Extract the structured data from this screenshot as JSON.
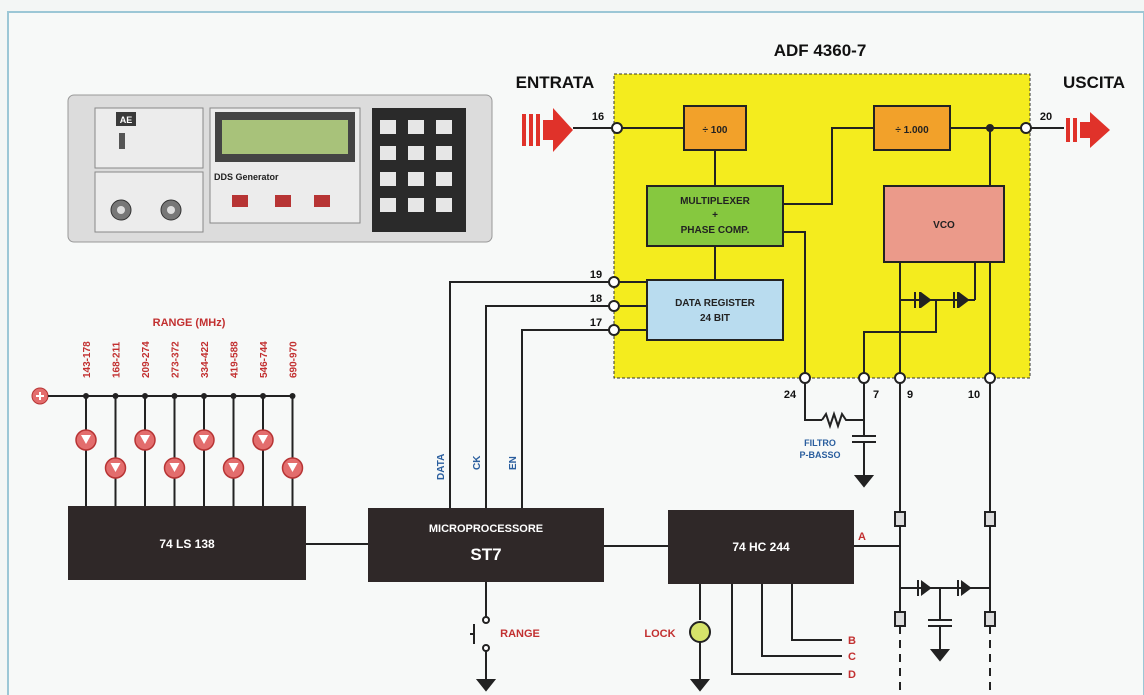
{
  "chip": {
    "title": "ADF 4360-7",
    "input_label": "ENTRATA",
    "output_label": "USCITA",
    "blocks": {
      "div100": "÷ 100",
      "div1000": "÷ 1.000",
      "mux_line1": "MULTIPLEXER",
      "mux_line2": "+",
      "mux_line3": "PHASE COMP.",
      "vco": "VCO",
      "reg_line1": "DATA REGISTER",
      "reg_line2": "24 BIT"
    },
    "pins": {
      "p16": "16",
      "p20": "20",
      "p19": "19",
      "p18": "18",
      "p17": "17",
      "p24": "24",
      "p7": "7",
      "p9": "9",
      "p10": "10"
    }
  },
  "filter": {
    "line1": "FILTRO",
    "line2": "P-BASSO"
  },
  "range": {
    "title": "RANGE (MHz)",
    "bands": [
      "143-178",
      "168-211",
      "209-274",
      "273-372",
      "334-422",
      "419-588",
      "546-744",
      "690-970"
    ]
  },
  "chips": {
    "decoder": "74 LS 138",
    "mcu_line1": "MICROPROCESSORE",
    "mcu_line2": "ST7",
    "buffer": "74 HC 244"
  },
  "bus_labels": {
    "data": "DATA",
    "ck": "CK",
    "en": "EN"
  },
  "outputs": {
    "a": "A",
    "b": "B",
    "c": "C",
    "d": "D"
  },
  "controls": {
    "range_button": "RANGE",
    "lock_led": "LOCK"
  },
  "device": {
    "logo": "AE",
    "display_label": "DDS Generator"
  },
  "colors": {
    "chip_fill": "#f4ec1e",
    "divider_fill": "#f2a12a",
    "mux_fill": "#86c83f",
    "vco_fill": "#eb9a8a",
    "register_fill": "#b9dcef",
    "block_dark": "#2f2828",
    "label_red": "#c23030",
    "label_blue": "#2a5e9e",
    "arrow_red": "#e0322a"
  }
}
